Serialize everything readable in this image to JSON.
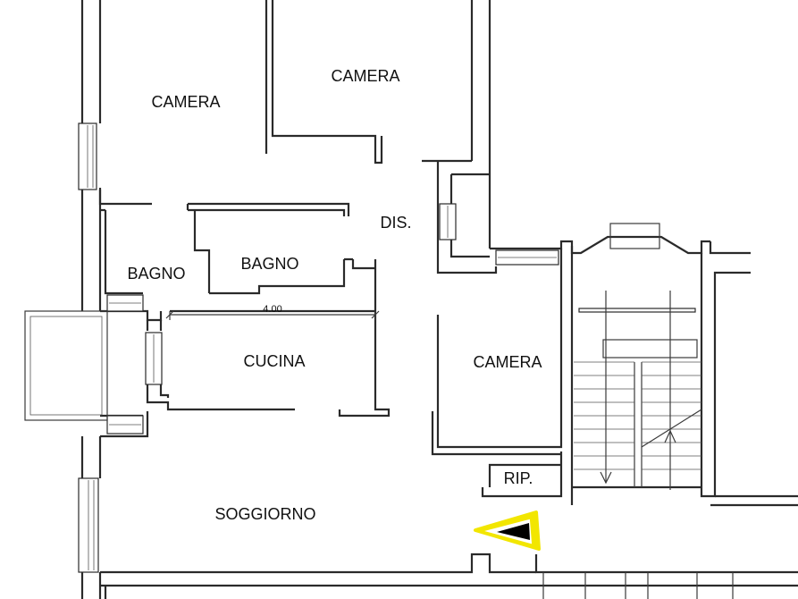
{
  "rooms": {
    "camera_top_left": "CAMERA",
    "camera_top_right": "CAMERA",
    "disimpegno": "DIS.",
    "bagno_left": "BAGNO",
    "bagno_right": "BAGNO",
    "cucina": "CUCINA",
    "camera_right": "CAMERA",
    "ripostiglio": "RIP.",
    "soggiorno": "SOGGIORNO"
  },
  "dimensions": {
    "cucina_width": "4.00"
  },
  "markers": {
    "view_marker_color": "#f2e600",
    "view_marker_icon": "viewpoint-arrow-icon"
  }
}
